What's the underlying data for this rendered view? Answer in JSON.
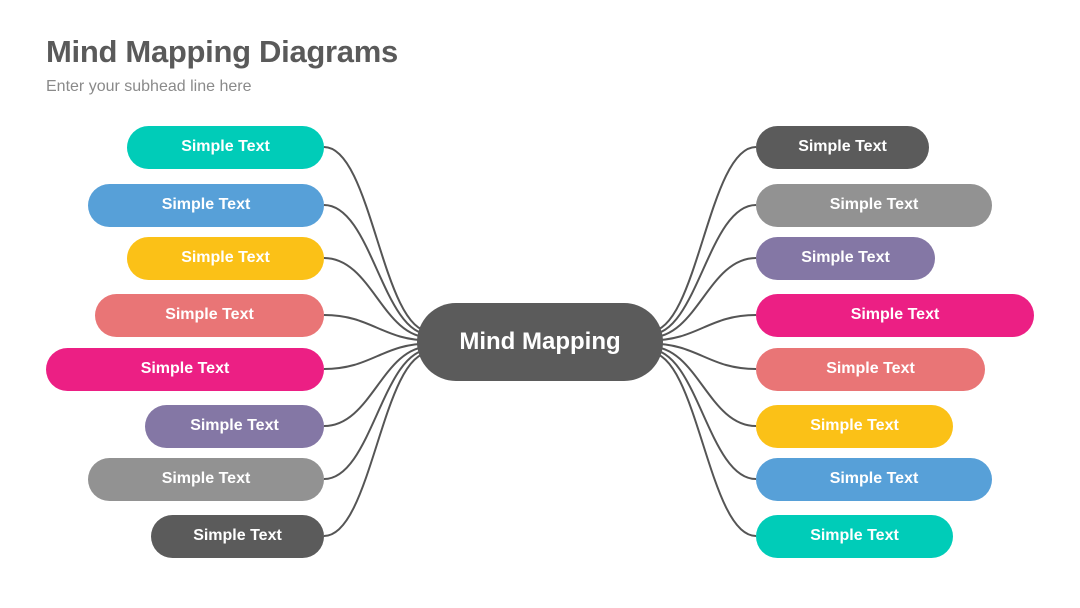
{
  "title": "Mind Mapping Diagrams",
  "subtitle": "Enter your subhead line here",
  "center": {
    "label": "Mind Mapping",
    "color": "#5b5b5b"
  },
  "line_color": "#555555",
  "left_nodes": [
    {
      "label": "Simple Text",
      "color": "#00ccb8"
    },
    {
      "label": "Simple Text",
      "color": "#57a0d8"
    },
    {
      "label": "Simple Text",
      "color": "#fbc117"
    },
    {
      "label": "Simple Text",
      "color": "#e97576"
    },
    {
      "label": "Simple Text",
      "color": "#ec1f84"
    },
    {
      "label": "Simple Text",
      "color": "#8477a5"
    },
    {
      "label": "Simple Text",
      "color": "#929292"
    },
    {
      "label": "Simple Text",
      "color": "#5b5b5b"
    }
  ],
  "right_nodes": [
    {
      "label": "Simple Text",
      "color": "#5b5b5b"
    },
    {
      "label": "Simple Text",
      "color": "#929292"
    },
    {
      "label": "Simple Text",
      "color": "#8477a5"
    },
    {
      "label": "Simple Text",
      "color": "#ec1f84"
    },
    {
      "label": "Simple Text",
      "color": "#e97576"
    },
    {
      "label": "Simple Text",
      "color": "#fbc117"
    },
    {
      "label": "Simple Text",
      "color": "#57a0d8"
    },
    {
      "label": "Simple Text",
      "color": "#00ccb8"
    }
  ]
}
